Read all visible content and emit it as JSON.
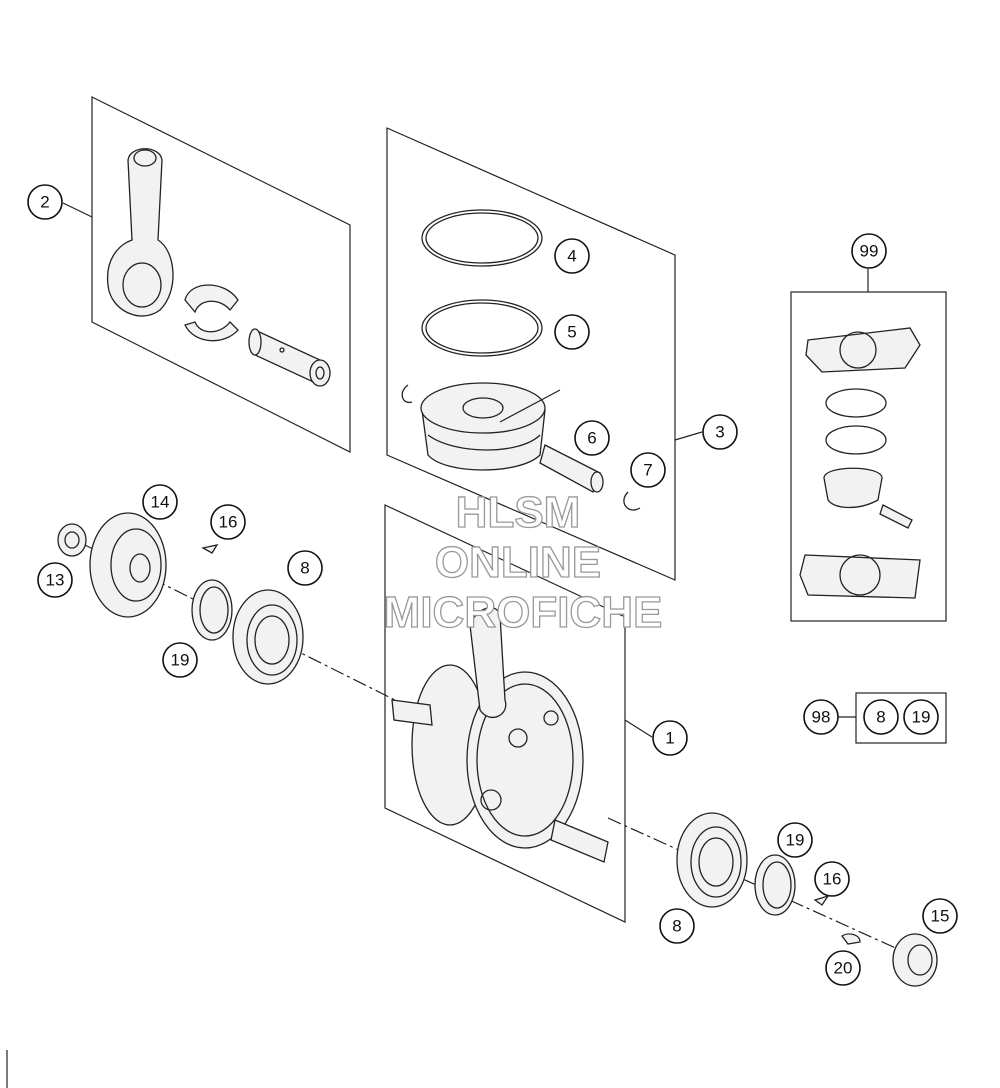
{
  "watermark": {
    "line1": "HLSM",
    "line2": "ONLINE",
    "line3": "MICROFICHE"
  },
  "callouts": {
    "c1": "1",
    "c2": "2",
    "c3": "3",
    "c4": "4",
    "c5": "5",
    "c6": "6",
    "c7": "7",
    "c8a": "8",
    "c8b": "8",
    "c8c": "8",
    "c13": "13",
    "c14": "14",
    "c15": "15",
    "c16a": "16",
    "c16b": "16",
    "c19a": "19",
    "c19b": "19",
    "c19c": "19",
    "c20": "20",
    "c98": "98",
    "c99": "99"
  }
}
